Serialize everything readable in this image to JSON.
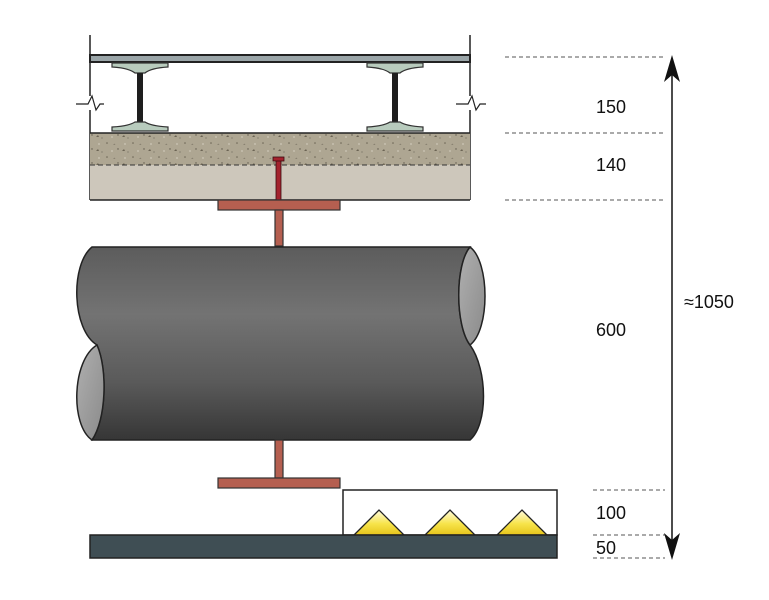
{
  "dimensions": {
    "beam_depth": "150",
    "slab_thickness": "140",
    "pipe_diameter": "600",
    "luminaire_height": "100",
    "floor_thickness": "50",
    "total_height": "≈1050"
  },
  "colors": {
    "steel_beam": "#b8cbbd",
    "concrete_upper": "#aea692",
    "concrete_lower": "#cdc7bb",
    "anchor": "#a3222d",
    "hanger": "#b55f50",
    "pipe": "#5e5e5e",
    "lamp": "#f7e44a",
    "floor": "#3f4e54"
  }
}
